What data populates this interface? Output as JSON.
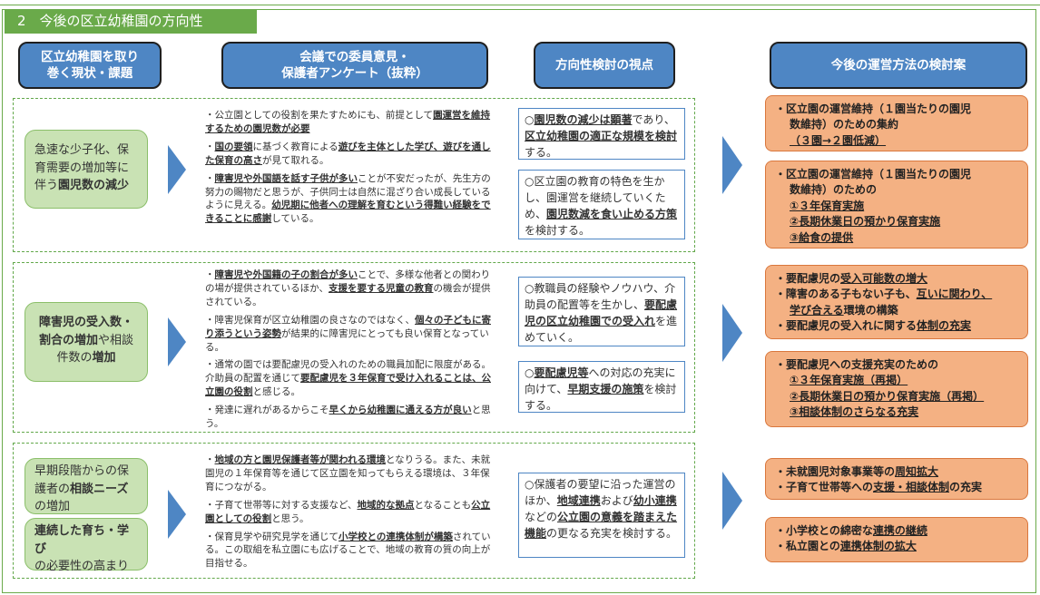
{
  "section_title": "2　今後の区立幼稚園の方向性",
  "headers": {
    "col1": "区立幼稚園を取り\n巻く現状・課題",
    "col2": "会議での委員意見・\n保護者アンケート（抜粋）",
    "col3": "方向性検討の視点",
    "col4": "今後の運営方法の検討案"
  },
  "row1": {
    "green_a": "急速な少子化、保育需要の増加等に伴う",
    "green_b": "園児数の減少",
    "bullets": [
      {
        "a": "・公立園としての役割を果たすためにも、前提として",
        "b": "園運営を維持するための園児数が必要",
        "c": ""
      },
      {
        "a": "・",
        "b": "国の要領",
        "c": "に基づく教育による",
        "d": "遊びを主体とした学び、遊びを通した保育の高さ",
        "e": "が見て取れる。"
      },
      {
        "a": "・",
        "b": "障害児や外国語を話す子供が多い",
        "c": "ことが不安だったが、先生方の努力の賜物だと思うが、子供同士は自然に混ざり合い成長しているように見える。",
        "d": "幼児期に他者への理解を育むという得難い経験をできることに感謝",
        "e": "している。"
      }
    ],
    "view1": {
      "a": "○",
      "b": "園児数の減少は顕著",
      "c": "であり、",
      "d": "区立幼稚園の適正な規模を検討",
      "e": "する。"
    },
    "view2": {
      "a": "○区立園の教育の特色を生かし、園運営を継続していくため、",
      "b": "園児数減を食い止める方策",
      "c": "を検討する。"
    },
    "plan1": {
      "l1": "・区立園の運営維持（１園当たりの園児",
      "l2": "数維持）のための集約",
      "l3": "（３園→２園低減）"
    },
    "plan2": {
      "l1": "・区立園の運営維持（１園当たりの園児",
      "l2": "数維持）のための",
      "l3": "①３年保育実施",
      "l4": "②長期休業日の預かり保育実施",
      "l5": "③給食の提供"
    }
  },
  "row2": {
    "green_a": "障害児の受入数・割合の増加",
    "green_b": "や相談件数の",
    "green_c": "増加",
    "bullets": [
      {
        "a": "・",
        "b": "障害児や外国籍の子の割合が多い",
        "c": "ことで、多様な他者との関わりの場が提供されているほか、",
        "d": "支援を要する児童の教育",
        "e": "の機会が提供されている。"
      },
      {
        "a": "・障害児保育が区立幼稚園の良さなのではなく、",
        "b": "個々の子どもに寄り添うという姿勢",
        "c": "が結果的に障害児にとっても良い保育となっている。"
      },
      {
        "a": "・通常の園では要配慮児の受入れのための職員加配に限度がある。介助員の配置を通じて",
        "b": "要配慮児を３年保育で受け入れることは、公立園の役割",
        "c": "と感じる。"
      },
      {
        "a": "・発達に遅れがあるからこそ",
        "b": "早くから幼稚園に通える方が良い",
        "c": "と思う。"
      }
    ],
    "view1": {
      "a": "○教職員の経験やノウハウ、介助員の配置等を生かし、",
      "b": "要配慮児の区立幼稚園での受入れ",
      "c": "を進めていく。"
    },
    "view2": {
      "a": "○",
      "b": "要配慮児等",
      "c": "への対応の充実に向けて、",
      "d": "早期支援の施策",
      "e": "を検討する。"
    },
    "plan1": {
      "l1a": "・要配慮児の",
      "l1b": "受入可能数の増大",
      "l2a": "・障害のある子もない子も、",
      "l2b": "互いに関わり、",
      "l3a": "学び合える",
      "l3b": "環境の構築",
      "l4a": "・要配慮児の受入れに関する",
      "l4b": "体制の充実"
    },
    "plan2": {
      "l1": "・要配慮児への支援充実のための",
      "l2": "①３年保育実施（再掲）",
      "l3": "②長期休業日の預かり保育実施（再掲）",
      "l4": "③相談体制のさらなる充実"
    }
  },
  "row3": {
    "green1_a": "早期段階からの保護者の",
    "green1_b": "相談ニーズ",
    "green1_c": "の増加",
    "green2_a": "連続した育ち・学び",
    "green2_b": "の必要性の高まり",
    "bullets": [
      {
        "a": "・",
        "b": "地域の方と園児保護者等が関われる環境",
        "c": "となりうる。また、未就園児の１年保育等を通じて区立園を知ってもらえる環境は、３年保育につながる。"
      },
      {
        "a": "・子育て世帯等に対する支援など、",
        "b": "地域的な拠点",
        "c": "となることも",
        "d": "公立園としての役割",
        "e": "と思う。"
      },
      {
        "a": "・保育見学や研究見学を通じて",
        "b": "小学校との連携体制が構築",
        "c": "されている。この取組を私立園にも広げることで、地域の教育の質の向上が目指せる。"
      }
    ],
    "view1": {
      "a": "○保護者の要望に沿った運営のほか、",
      "b": "地域連携",
      "c": "および",
      "d": "幼小連携",
      "e": "などの",
      "f": "公立園の意義を踏まえた機能",
      "g": "の更なる充実を検討する。"
    },
    "plan1": {
      "l1a": "・未就園児対象事業等の",
      "l1b": "周知拡大",
      "l2a": "・子育て世帯等への",
      "l2b": "支援・相談体制",
      "l2c": "の充実"
    },
    "plan2": {
      "l1a": "・小学校との綿密な",
      "l1b": "連携の継続",
      "l2a": "・私立園との",
      "l2b": "連携体制の拡大"
    }
  },
  "colors": {
    "accent_blue": "#4e86c4",
    "green": "#6aaa4a",
    "orange": "#f4b183"
  }
}
